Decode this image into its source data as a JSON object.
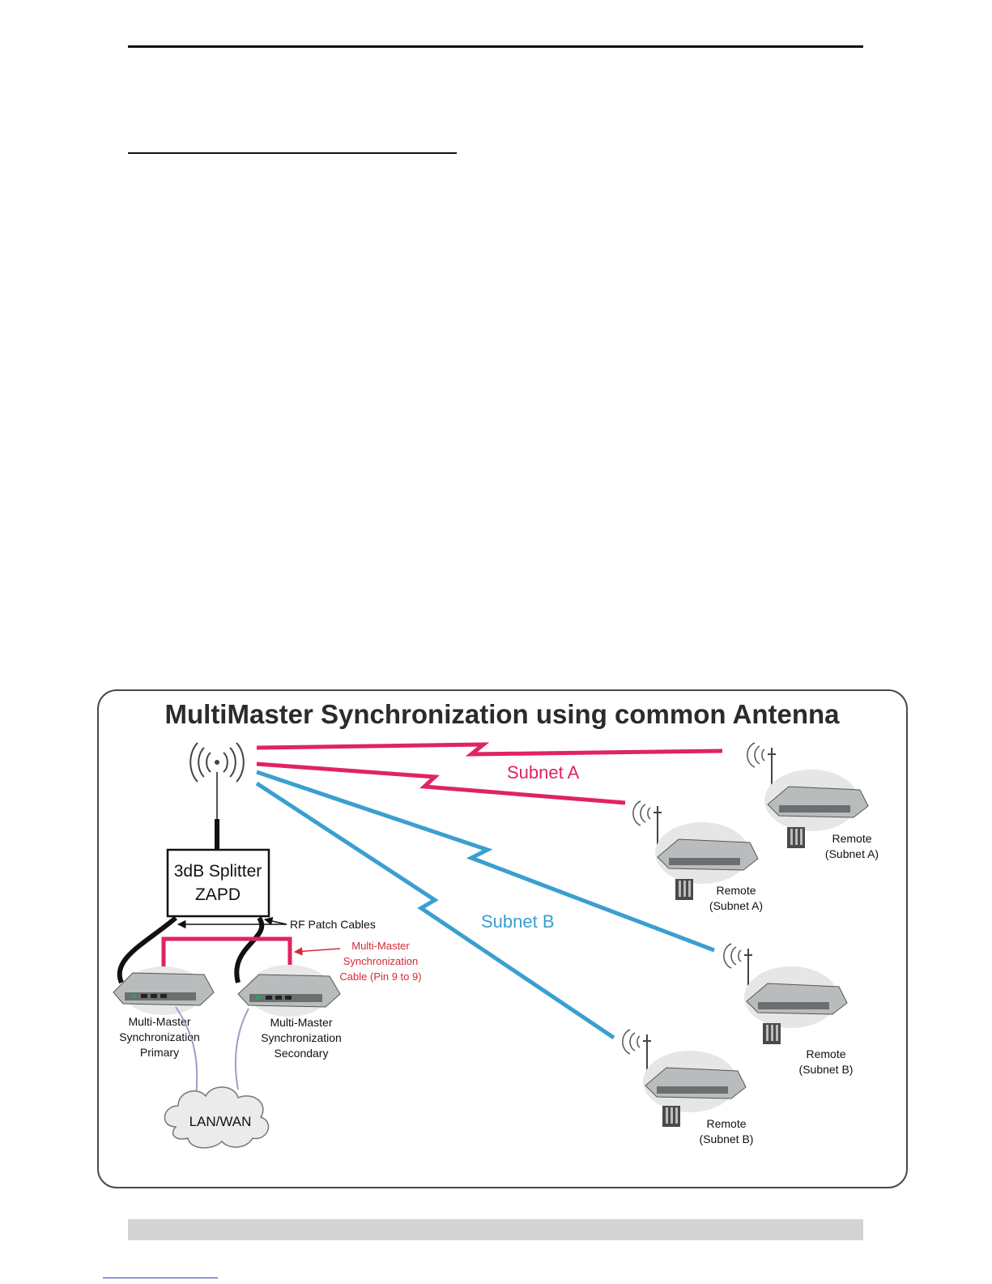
{
  "diagram": {
    "title": "MultiMaster Synchronization using common Antenna",
    "splitter": {
      "line1": "3dB Splitter",
      "line2": "ZAPD"
    },
    "rf_patch_label": "RF Patch Cables",
    "sync_cable": {
      "line1": "Multi-Master",
      "line2": "Synchronization",
      "line3": "Cable (Pin 9 to 9)"
    },
    "primary": {
      "line1": "Multi-Master",
      "line2": "Synchronization",
      "line3": "Primary"
    },
    "secondary": {
      "line1": "Multi-Master",
      "line2": "Synchronization",
      "line3": "Secondary"
    },
    "network": "LAN/WAN",
    "subnet_a_label": "Subnet A",
    "subnet_b_label": "Subnet B",
    "remotes": [
      {
        "line1": "Remote",
        "line2": "(Subnet A)"
      },
      {
        "line1": "Remote",
        "line2": "(Subnet A)"
      },
      {
        "line1": "Remote",
        "line2": "(Subnet B)"
      },
      {
        "line1": "Remote",
        "line2": "(Subnet B)"
      }
    ],
    "colors": {
      "subnet_a": "#e0245e",
      "subnet_b": "#3a9fd0",
      "sync_cable": "#e0245e",
      "title": "#2b2b2b"
    }
  }
}
